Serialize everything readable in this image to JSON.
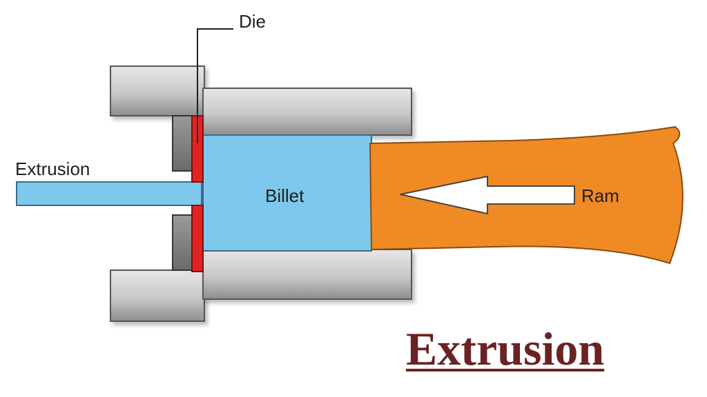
{
  "title": "Extrusion",
  "labels": {
    "die": "Die",
    "extrusion": "Extrusion",
    "billet": "Billet",
    "ram": "Ram"
  },
  "colors": {
    "billet": "#7ec8ee",
    "ram": "#f08a24",
    "die": "#e02424",
    "container": "#c9c9c9",
    "title": "#6b2222"
  }
}
